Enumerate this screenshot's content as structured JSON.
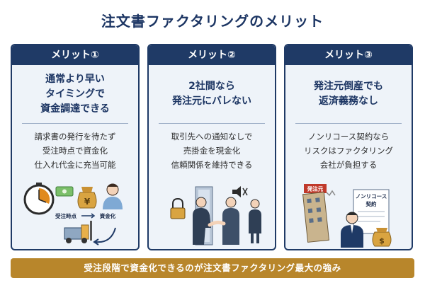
{
  "title": "注文書ファクタリングのメリット",
  "cards": [
    {
      "label": "メリット①",
      "headline": [
        "通常より早い",
        "タイミングで",
        "資金調達できる"
      ],
      "body": [
        "請求書の発行を待たず",
        "受注時点で資金化",
        "仕入れ代金に充当可能"
      ],
      "illustration": {
        "label_a": "受注時点",
        "label_b": "資金化",
        "icons": [
          "stopwatch-icon",
          "money-bag-icon",
          "person-icon",
          "forklift-icon"
        ]
      }
    },
    {
      "label": "メリット②",
      "headline": [
        "2社間なら",
        "発注元にバレない"
      ],
      "body": [
        "取引先への通知なしで",
        "売掛金を現金化",
        "信頼関係を維持できる"
      ],
      "illustration": {
        "icons": [
          "lock-icon",
          "handshake-icon",
          "mute-icon",
          "business-person-icon"
        ]
      }
    },
    {
      "label": "メリット③",
      "headline": [
        "発注元倒産でも",
        "返済義務なし"
      ],
      "body": [
        "ノンリコース契約なら",
        "リスクはファクタリング",
        "会社が負担する"
      ],
      "illustration": {
        "sign": "発注元",
        "doc_title_1": "ノンリコース",
        "doc_title_2": "契約",
        "icons": [
          "building-icon",
          "contract-icon",
          "businessman-icon",
          "money-bag-icon"
        ]
      }
    }
  ],
  "summary": "受注段階で資金化できるのが注文書ファクタリング最大の強み",
  "colors": {
    "navy": "#1f3a66",
    "card_bg": "#eef3f9",
    "gold": "#b8862b"
  }
}
